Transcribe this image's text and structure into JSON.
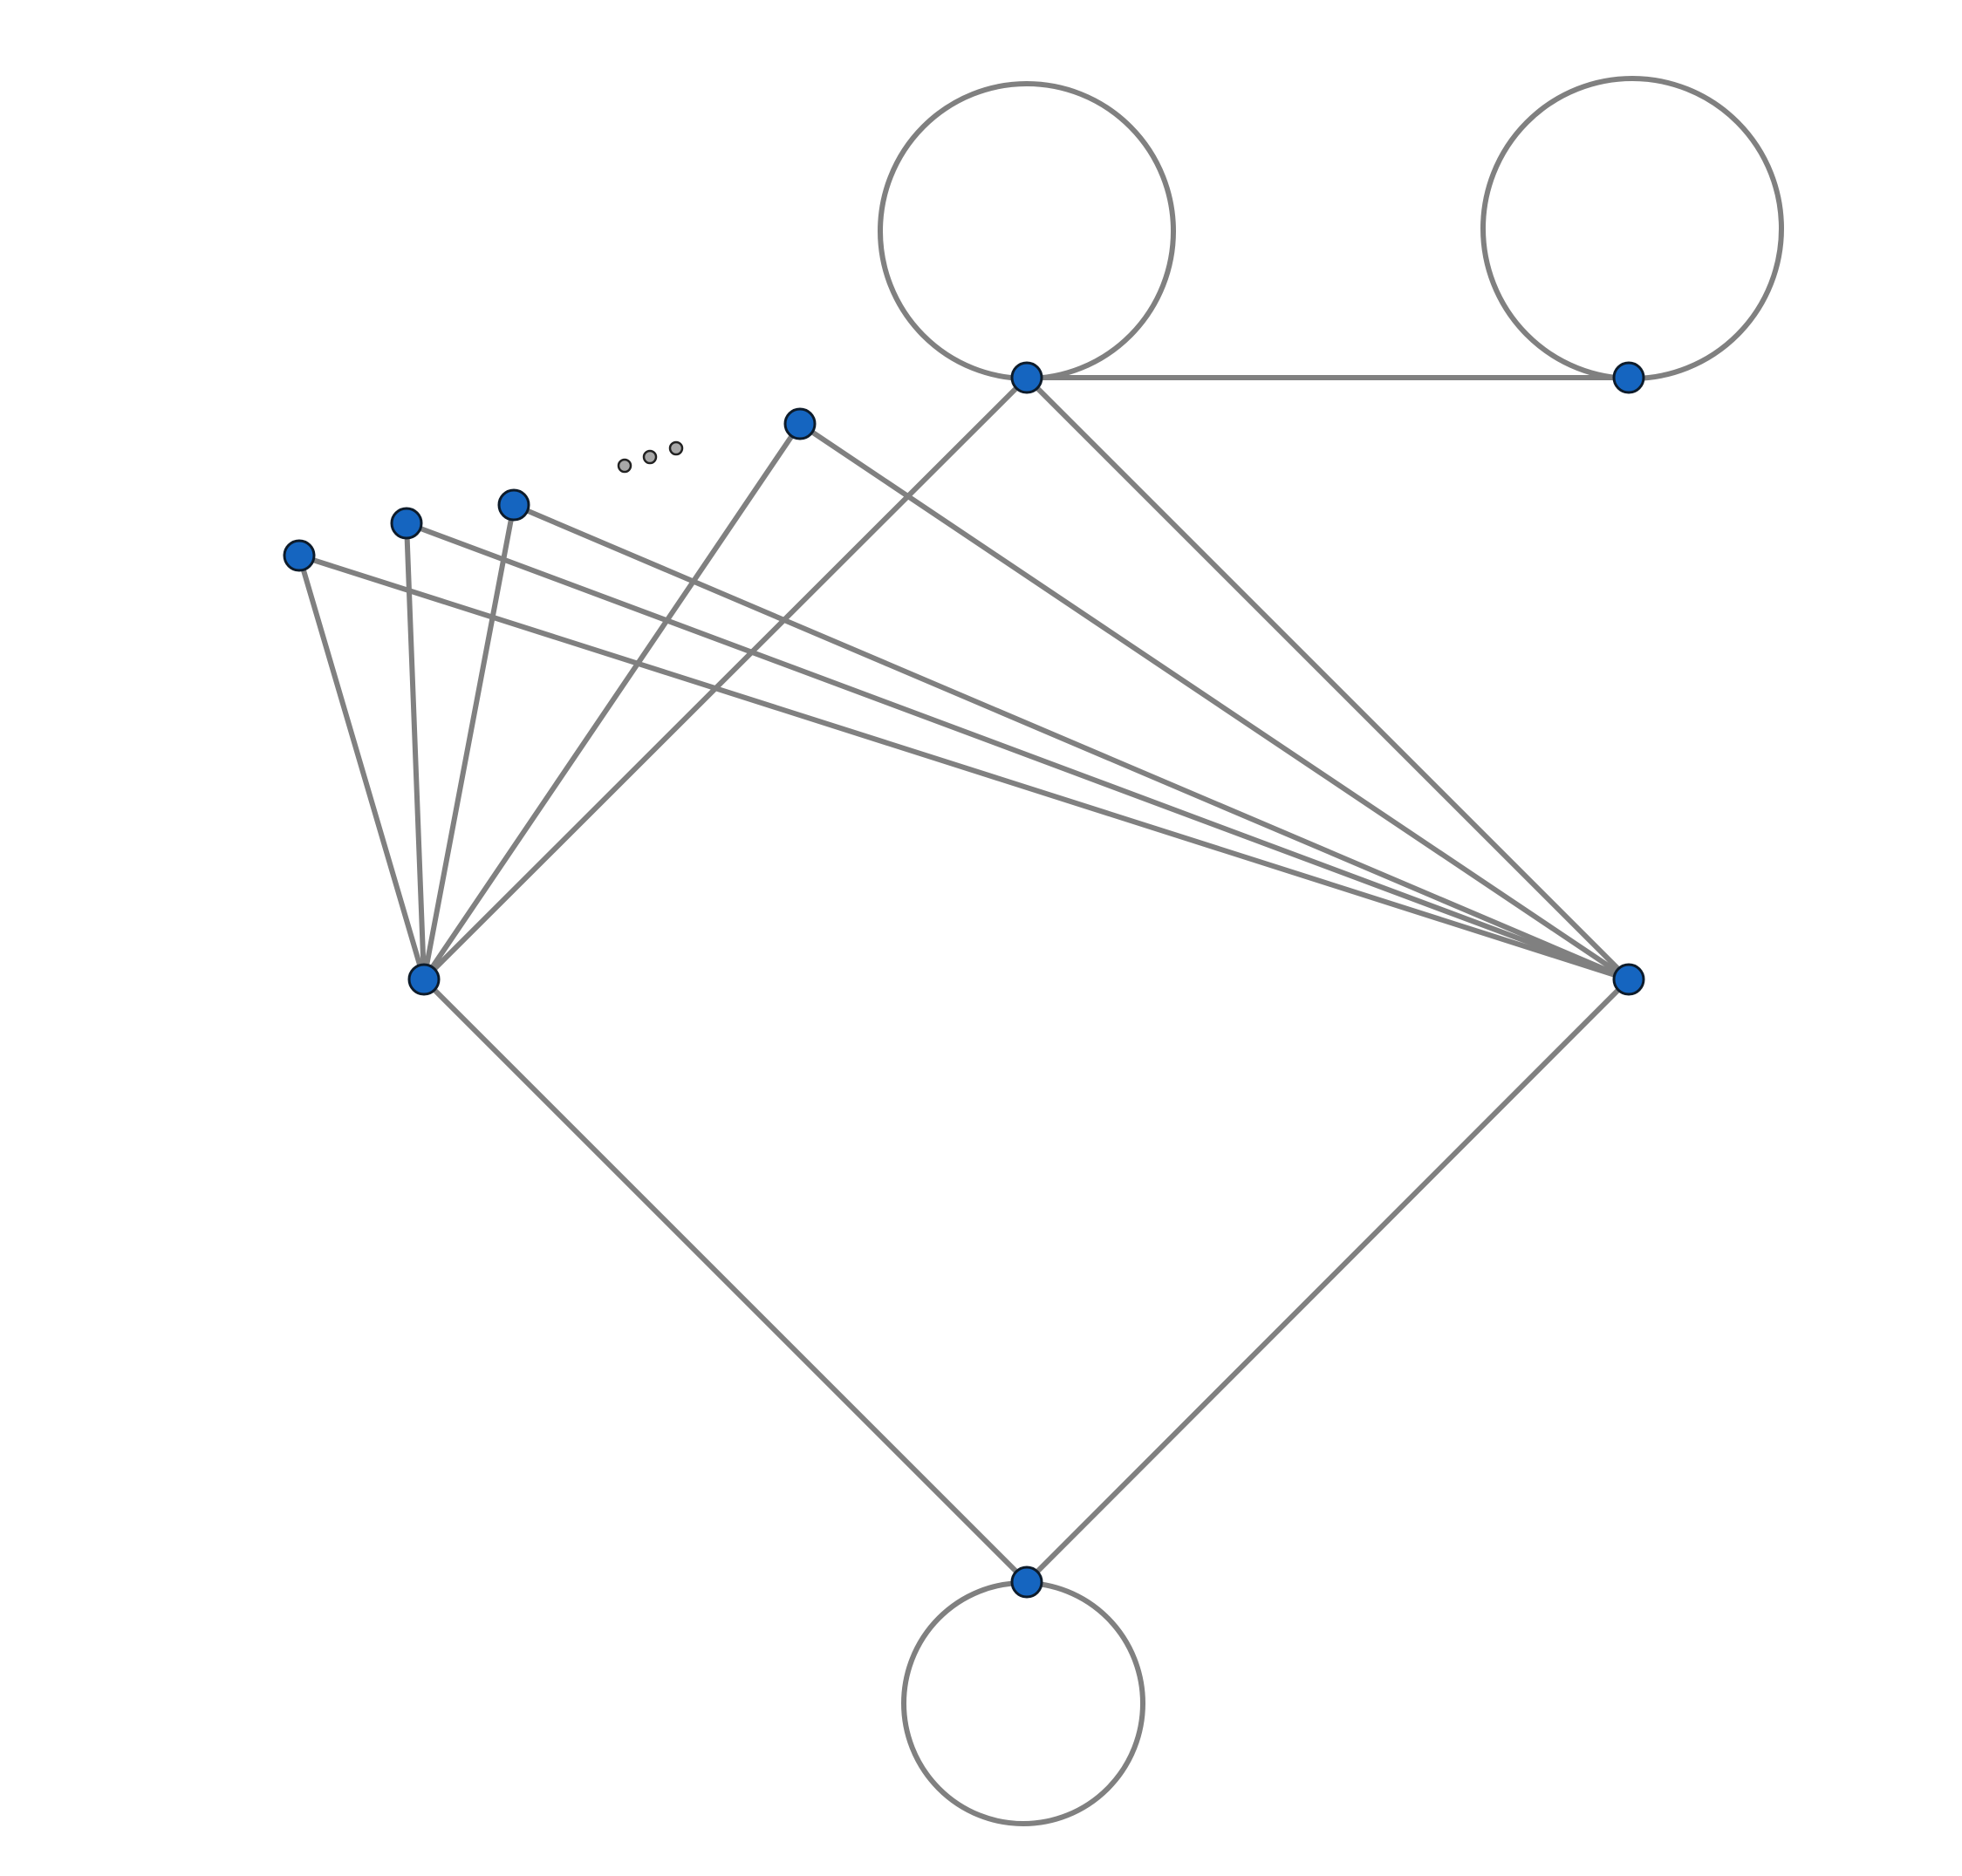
{
  "diagram": {
    "type": "graph",
    "colors": {
      "edge": "#808080",
      "node_fill": "#1565c0",
      "node_stroke": "#0d1b2a",
      "ellipsis_fill": "#a8a8a8",
      "ellipsis_stroke": "#222222",
      "background": "#ffffff"
    },
    "nodes": [
      {
        "id": "top-center"
      },
      {
        "id": "top-right"
      },
      {
        "id": "left"
      },
      {
        "id": "right"
      },
      {
        "id": "bottom"
      },
      {
        "id": "leaf-1"
      },
      {
        "id": "leaf-2"
      },
      {
        "id": "leaf-3"
      },
      {
        "id": "leaf-4"
      }
    ],
    "edges": [
      {
        "from": "top-center",
        "to": "top-right"
      },
      {
        "from": "top-center",
        "to": "left"
      },
      {
        "from": "top-center",
        "to": "right"
      },
      {
        "from": "left",
        "to": "bottom"
      },
      {
        "from": "right",
        "to": "bottom"
      },
      {
        "from": "leaf-1",
        "to": "left"
      },
      {
        "from": "leaf-1",
        "to": "right"
      },
      {
        "from": "leaf-2",
        "to": "left"
      },
      {
        "from": "leaf-2",
        "to": "right"
      },
      {
        "from": "leaf-3",
        "to": "left"
      },
      {
        "from": "leaf-3",
        "to": "right"
      },
      {
        "from": "leaf-4",
        "to": "left"
      },
      {
        "from": "leaf-4",
        "to": "right"
      }
    ],
    "self_loops": [
      {
        "node": "top-center"
      },
      {
        "node": "top-right"
      },
      {
        "node": "bottom"
      }
    ],
    "ellipsis": {
      "dot_count": 3,
      "between": [
        "leaf-3",
        "leaf-4"
      ]
    }
  }
}
